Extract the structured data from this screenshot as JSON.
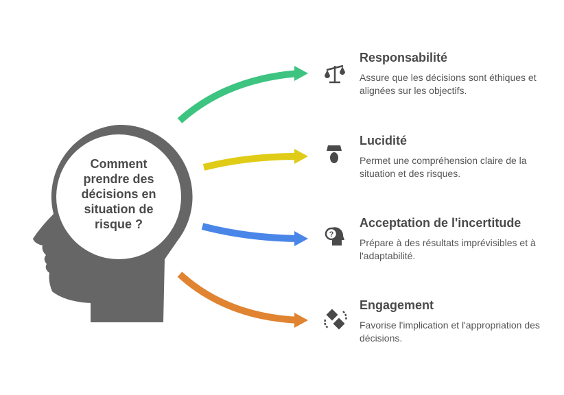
{
  "question": "Comment prendre des décisions en situation de risque ?",
  "colors": {
    "head": "#666666",
    "green": "#3dc481",
    "yellow": "#e0cc16",
    "blue": "#4a86e8",
    "orange": "#e08431"
  },
  "items": [
    {
      "title": "Responsabilité",
      "desc": "Assure que les décisions sont éthiques et alignées sur les objectifs.",
      "icon": "scale-icon"
    },
    {
      "title": "Lucidité",
      "desc": "Permet une compréhension claire de la situation et des risques.",
      "icon": "lamp-icon"
    },
    {
      "title": "Acceptation de l'incertitude",
      "desc": "Prépare à des résultats imprévisibles et à l'adaptabilité.",
      "icon": "head-question-icon"
    },
    {
      "title": "Engagement",
      "desc": "Favorise l'implication et l'appropriation des décisions.",
      "icon": "handshake-puzzle-icon"
    }
  ]
}
